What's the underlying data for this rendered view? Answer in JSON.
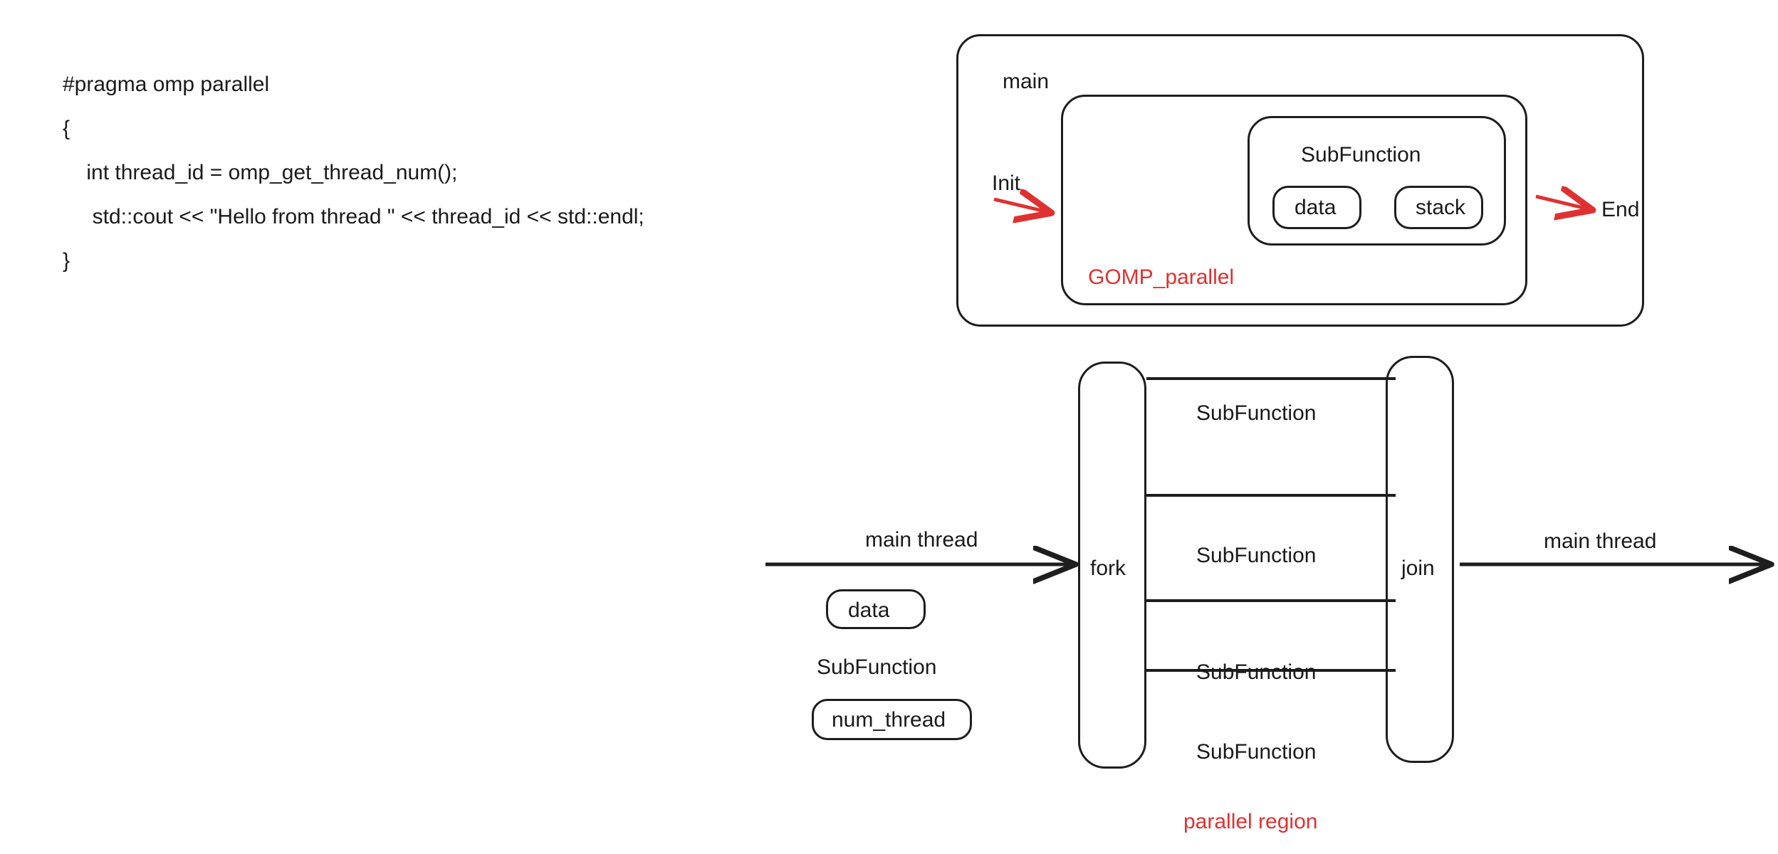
{
  "code_snippet": {
    "lines": [
      "#pragma omp parallel",
      "{",
      "    int thread_id = omp_get_thread_num();",
      "     std::cout << \"Hello from thread \" << thread_id << std::endl;",
      "}"
    ]
  },
  "memory_diagram": {
    "outer_label": "main",
    "middle_label": "GOMP_parallel",
    "subfunction_label": "SubFunction",
    "data_label": "data",
    "stack_label": "stack",
    "init_label": "Init",
    "end_label": "End"
  },
  "fork_join_diagram": {
    "fork_label": "fork",
    "join_label": "join",
    "main_thread_in_label": "main thread",
    "main_thread_out_label": "main thread",
    "data_box_label": "data",
    "subfunction_caption": "SubFunction",
    "num_thread_box_label": "num_thread",
    "parallel_region_label": "parallel region",
    "threads": [
      {
        "label": "SubFunction"
      },
      {
        "label": "SubFunction"
      },
      {
        "label": "SubFunction"
      },
      {
        "label": "SubFunction"
      }
    ]
  },
  "colors": {
    "ink": "#1e1e1e",
    "accent_red": "#e03131"
  }
}
